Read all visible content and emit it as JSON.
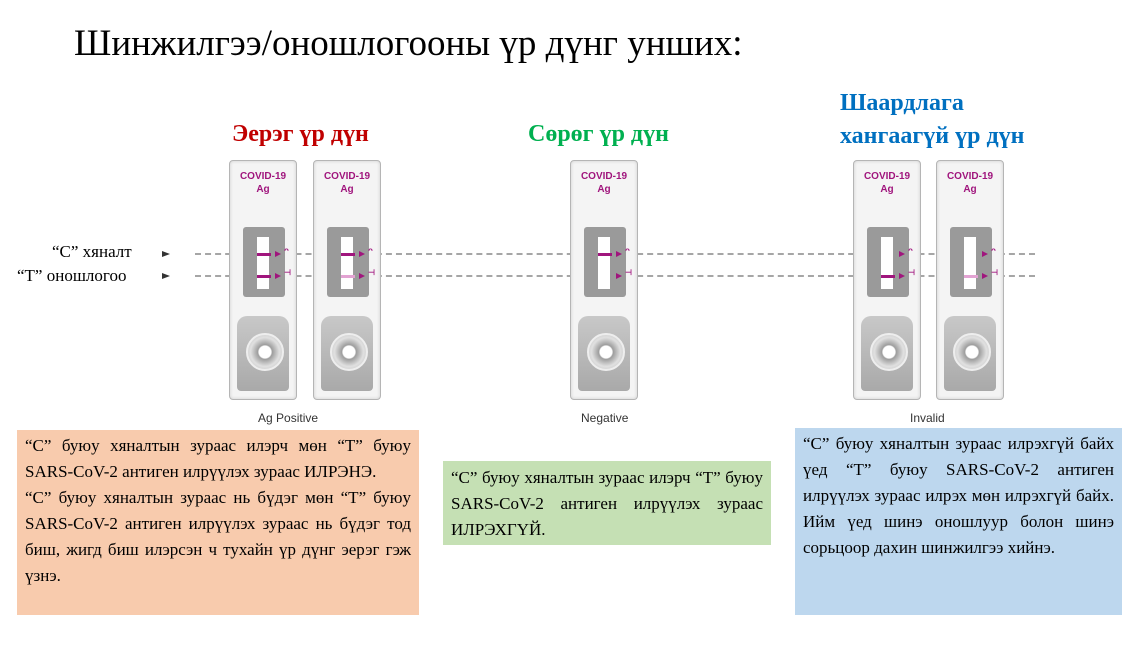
{
  "title": "Шинжилгээ/оношлогооны үр дүнг унших:",
  "headings": {
    "positive": "Эерэг үр дүн",
    "negative": "Сөрөг үр дүн",
    "invalid_line1": "Шаардлага",
    "invalid_line2": "хангаагүй үр дүн"
  },
  "line_labels": {
    "c": "“C” хяналт",
    "t": "“T” оношлогоо"
  },
  "cassette": {
    "brand_line1": "COVID-19",
    "brand_line2": "Ag",
    "c_mark": "ᴖ",
    "t_mark": "⊣"
  },
  "cassettes": [
    {
      "c_line": "strong",
      "t_line": "strong"
    },
    {
      "c_line": "strong",
      "t_line": "faint"
    },
    {
      "c_line": "strong",
      "t_line": "none"
    },
    {
      "c_line": "none",
      "t_line": "strong"
    },
    {
      "c_line": "none",
      "t_line": "faint"
    }
  ],
  "captions": {
    "positive": "Ag Positive",
    "negative": "Negative",
    "invalid": "Invalid"
  },
  "boxes": {
    "positive_p1": "“C” буюу хяналтын зураас илэрч мөн “T” буюу SARS-CoV-2 антиген илрүүлэх зураас ИЛРЭНЭ.",
    "positive_p2": "“C” буюу хяналтын зураас нь бүдэг мөн “T” буюу SARS-CoV-2 антиген илрүүлэх зураас нь бүдэг тод биш, жигд биш илэрсэн ч тухайн үр дүнг эерэг гэж үзнэ.",
    "negative": "“C” буюу хяналтын зураас илэрч “T” буюу SARS-CoV-2 антиген илрүүлэх зураас ИЛРЭХГҮЙ.",
    "invalid": "“C” буюу хяналтын зураас илрэхгүй байх үед “T” буюу SARS-CoV-2 антиген илрүүлэх зураас илрэх мөн илрэхгүй байх. Ийм үед шинэ оношлуур болон шинэ сорьцоор дахин шинжилгээ хийнэ."
  },
  "colors": {
    "positive": "#c00000",
    "negative": "#00b050",
    "invalid": "#0070c0",
    "line": "#a0157d"
  }
}
